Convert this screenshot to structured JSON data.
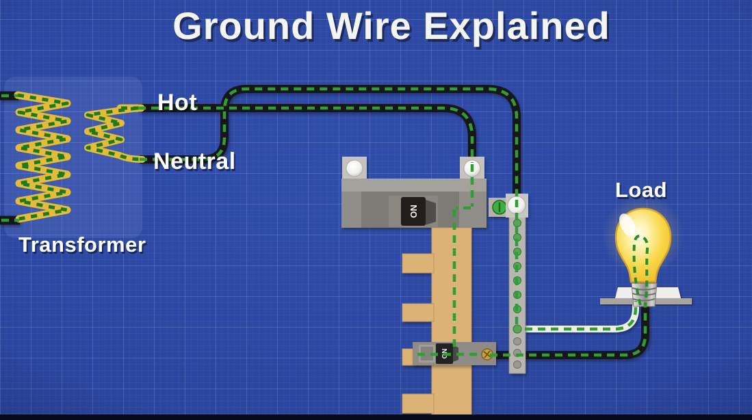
{
  "title": "Ground Wire Explained",
  "diagram": {
    "labels": {
      "hot": "Hot",
      "neutral": "Neutral",
      "transformer": "Transformer",
      "load": "Load"
    },
    "main_breaker": {
      "switch_label": "ON"
    },
    "branch_breaker": {
      "switch_label": "ON"
    }
  },
  "colors": {
    "background_blue": "#2b4699",
    "grid_line_blue": "#bed0ff",
    "wire_black": "#17191a",
    "current_dash_green": "#2f9e33",
    "coil_dash_green": "#1d7a1f",
    "coil_yellow": "#e4bc3a",
    "bus_bar_tan": "#dcb277",
    "neutral_wire_white": "#edeee6",
    "panel_gray": "#918d89",
    "neutral_bar_gray": "#b9b5b1",
    "bulb_yellow": "#f6cf3f",
    "ground_screw_green": "#3fae3f",
    "brass_screw_yellow": "#c9a23c"
  }
}
